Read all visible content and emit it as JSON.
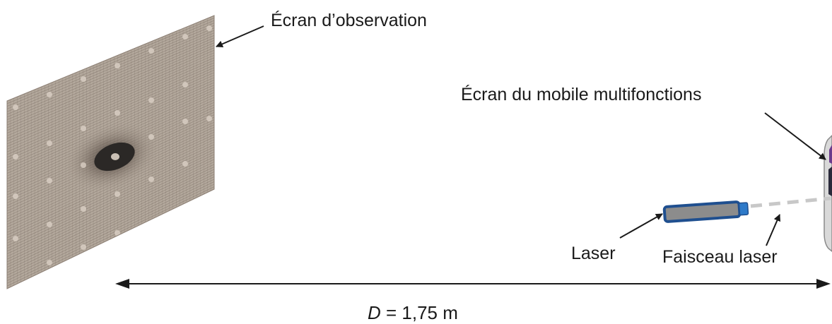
{
  "labels": {
    "observation_screen": "Écran d’observation",
    "mobile_screen": "Écran du mobile multifonctions",
    "laser": "Laser",
    "laser_beam": "Faisceau laser",
    "distance_symbol": "D",
    "distance_value": " = 1,75 m"
  },
  "colors": {
    "screen_fill": "#b3a89c",
    "screen_grid": "#6e6158",
    "central_spot": "#2b2826",
    "laser_body": "#8c8c8c",
    "laser_outline": "#1f4f8f",
    "laser_tip": "#2e7ac9",
    "beam": "#c8c8c8",
    "arrow": "#1a1a1a",
    "phone_frame": "#d9d9d9",
    "phone_screen": "#2a2a3a"
  }
}
